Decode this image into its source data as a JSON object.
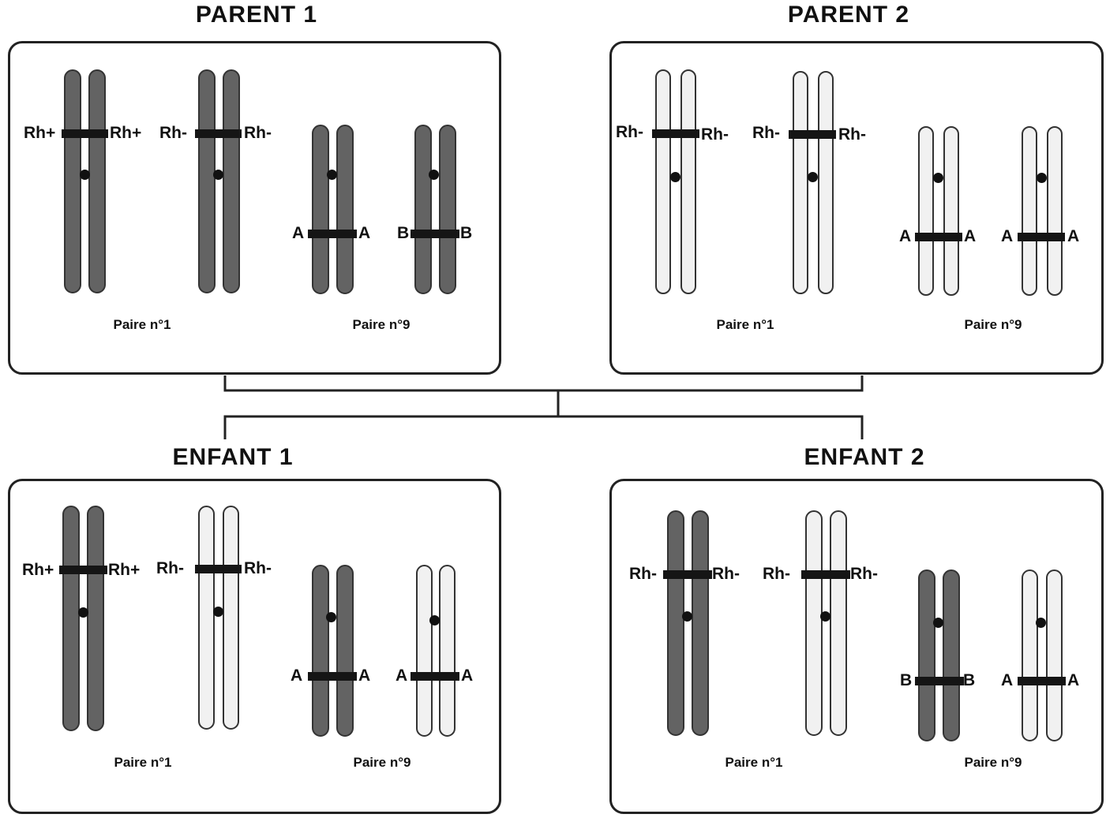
{
  "titles": {
    "parent1": "PARENT 1",
    "parent2": "PARENT 2",
    "enfant1": "ENFANT 1",
    "enfant2": "ENFANT 2"
  },
  "pair_labels": {
    "pair1": "Paire n°1",
    "pair9": "Paire n°9"
  },
  "colors": {
    "dark_chromosome": "#636363",
    "light_chromosome": "#f1f1f1",
    "band": "#151515"
  },
  "individuals": {
    "parent1": {
      "pair1": {
        "c1": {
          "shade": "dark",
          "left": "Rh+",
          "right": "Rh+"
        },
        "c2": {
          "shade": "dark",
          "left": "Rh-",
          "right": "Rh-"
        }
      },
      "pair9": {
        "c1": {
          "shade": "dark",
          "left": "A",
          "right": "A"
        },
        "c2": {
          "shade": "dark",
          "left": "B",
          "right": "B"
        }
      }
    },
    "parent2": {
      "pair1": {
        "c1": {
          "shade": "light",
          "left": "Rh-",
          "right": "Rh-"
        },
        "c2": {
          "shade": "light",
          "left": "Rh-",
          "right": "Rh-"
        }
      },
      "pair9": {
        "c1": {
          "shade": "light",
          "left": "A",
          "right": "A"
        },
        "c2": {
          "shade": "light",
          "left": "A",
          "right": "A"
        }
      }
    },
    "enfant1": {
      "pair1": {
        "c1": {
          "shade": "dark",
          "left": "Rh+",
          "right": "Rh+"
        },
        "c2": {
          "shade": "light",
          "left": "Rh-",
          "right": "Rh-"
        }
      },
      "pair9": {
        "c1": {
          "shade": "dark",
          "left": "A",
          "right": "A"
        },
        "c2": {
          "shade": "light",
          "left": "A",
          "right": "A"
        }
      }
    },
    "enfant2": {
      "pair1": {
        "c1": {
          "shade": "dark",
          "left": "Rh-",
          "right": "Rh-"
        },
        "c2": {
          "shade": "light",
          "left": "Rh-",
          "right": "Rh-"
        }
      },
      "pair9": {
        "c1": {
          "shade": "dark",
          "left": "B",
          "right": "B"
        },
        "c2": {
          "shade": "light",
          "left": "A",
          "right": "A"
        }
      }
    }
  }
}
